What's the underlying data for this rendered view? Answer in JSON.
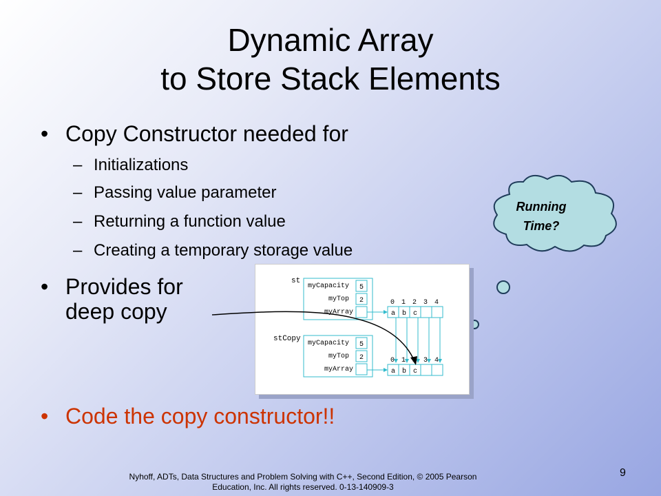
{
  "title_line1": "Dynamic Array",
  "title_line2": "to Store Stack Elements",
  "bullet_glyph": "•",
  "dash_glyph": "–",
  "bullet1": "Copy Constructor needed for",
  "sub_items": [
    "Initializations",
    "Passing value parameter",
    "Returning a function value",
    "Creating a temporary storage value"
  ],
  "bullet2_line1": "Provides for",
  "bullet2_line2": "deep copy",
  "bullet3": "Code the copy constructor!!",
  "cloud": {
    "line1": "Running",
    "line2": "Time?"
  },
  "diagram": {
    "st_label": "st",
    "stcopy_label": "stCopy",
    "field_capacity": "myCapacity",
    "field_top": "myTop",
    "field_array": "myArray",
    "capacity_value": "5",
    "top_value": "2",
    "indices": [
      "0",
      "1",
      "2",
      "3",
      "4"
    ],
    "elements": [
      "a",
      "b",
      "c",
      "",
      ""
    ]
  },
  "footer_line1": "Nyhoff, ADTs, Data Structures and Problem Solving with C++, Second Edition, © 2005 Pearson",
  "footer_line2": "Education, Inc. All rights reserved. 0-13-140909-3",
  "page_number": "9",
  "colors": {
    "accent_red": "#cc3300",
    "diagram_cyan": "#33bbcc",
    "cloud_fill": "#b3dde2"
  }
}
